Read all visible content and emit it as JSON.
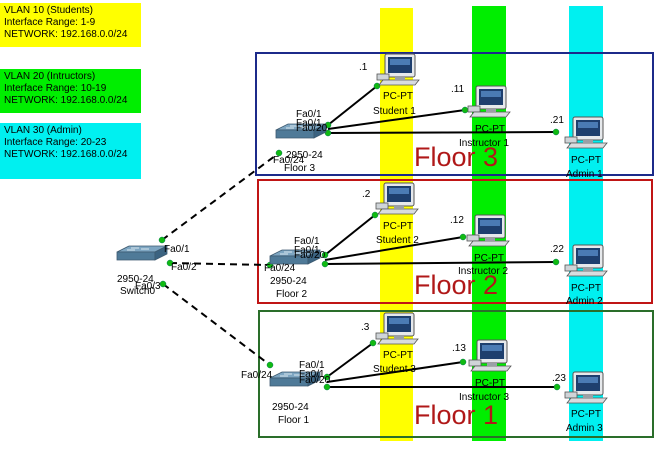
{
  "colors": {
    "vlan10": "#ffff00",
    "vlan20": "#00ee00",
    "vlan30": "#00f0f0",
    "floor3": "#1c2a8a",
    "floor2": "#c01515",
    "floor1": "#2a6e2a",
    "floor_text": "#b01818"
  },
  "vlans": [
    {
      "title": "VLAN 10 (Students)",
      "range": "Interface Range: 1-9",
      "network": "NETWORK: 192.168.0.0/24"
    },
    {
      "title": "VLAN 20 (Intructors)",
      "range": "Interface Range: 10-19",
      "network": "NETWORK: 192.168.0.0/24"
    },
    {
      "title": "VLAN 30 (Admin)",
      "range": "Interface Range: 20-23",
      "network": "NETWORK: 192.168.0.0/24"
    }
  ],
  "core_switch": {
    "model": "2950-24",
    "name": "Switch0",
    "icon": "switch-icon",
    "ports": [
      "Fa0/1",
      "Fa0/2",
      "Fa0/3"
    ]
  },
  "floors": [
    {
      "label": "Floor 3",
      "switch": {
        "model": "2950-24",
        "name": "Floor 3",
        "uplink": "Fa0/24",
        "ports": [
          "Fa0/1",
          "Fa0/1",
          "Fa0/20"
        ]
      },
      "pcs": [
        {
          "type": "PC-PT",
          "name": "Student 1",
          "addr": ".1"
        },
        {
          "type": "PC-PT",
          "name": "Instructor 1",
          "addr": ".11"
        },
        {
          "type": "PC-PT",
          "name": "Admin 1",
          "addr": ".21"
        }
      ]
    },
    {
      "label": "Floor 2",
      "switch": {
        "model": "2950-24",
        "name": "Floor 2",
        "uplink": "Fa0/24",
        "ports": [
          "Fa0/1",
          "Fa0/1",
          "Fa0/20"
        ]
      },
      "pcs": [
        {
          "type": "PC-PT",
          "name": "Student 2",
          "addr": ".2"
        },
        {
          "type": "PC-PT",
          "name": "Instructor 2",
          "addr": ".12"
        },
        {
          "type": "PC-PT",
          "name": "Admin 2",
          "addr": ".22"
        }
      ]
    },
    {
      "label": "Floor 1",
      "switch": {
        "model": "2950-24",
        "name": "Floor 1",
        "uplink": "Fa0/24",
        "ports": [
          "Fa0/1",
          "Fa0/1",
          "Fa0/20"
        ]
      },
      "pcs": [
        {
          "type": "PC-PT",
          "name": "Student 3",
          "addr": ".3"
        },
        {
          "type": "PC-PT",
          "name": "Instructor 3",
          "addr": ".13"
        },
        {
          "type": "PC-PT",
          "name": "Admin 3",
          "addr": ".23"
        }
      ]
    }
  ]
}
